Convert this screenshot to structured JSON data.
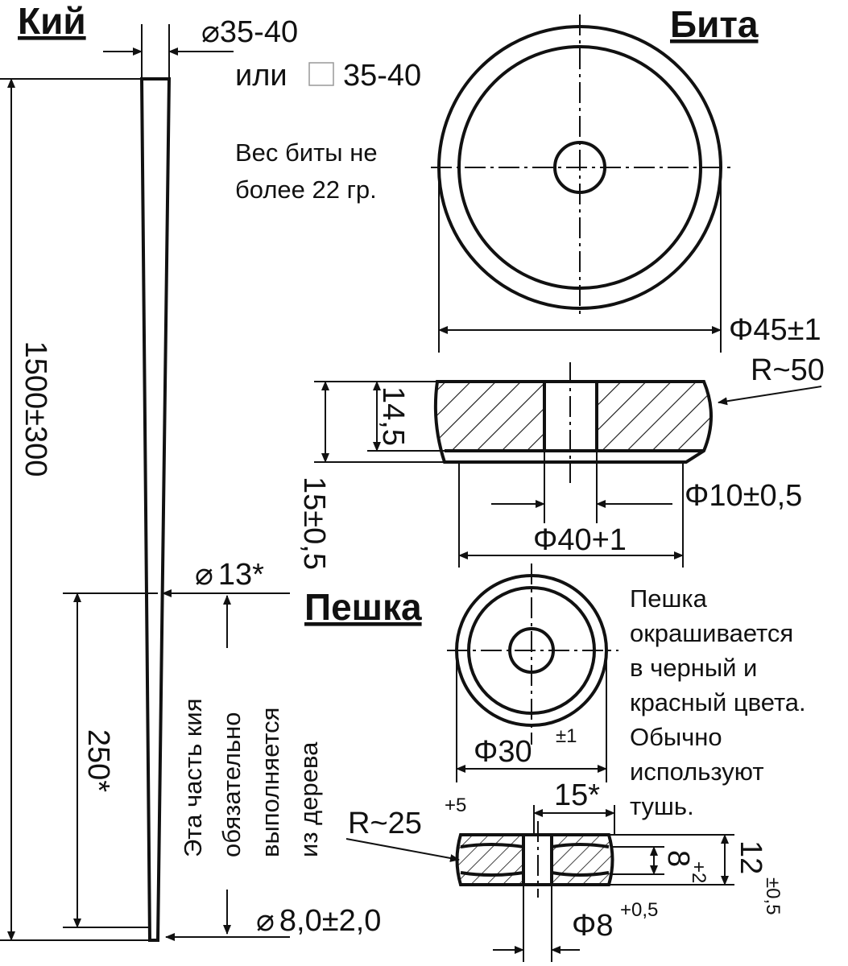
{
  "titles": {
    "cue": "Кий",
    "striker": "Бита",
    "pawn": "Пешка"
  },
  "cue": {
    "top_dim_sym": "⌀",
    "top_dim": "35-40",
    "or_text": "или",
    "square_dim": "35-40",
    "length": "1500±300",
    "mid_dia_sym": "⌀",
    "mid_dia": "13*",
    "tip_dia_sym": "⌀",
    "tip_dia": "8,0±2,0",
    "wood_len": "250*",
    "wood_note": [
      "Эта часть кия",
      "обязательно",
      "выполняется",
      "из дерева"
    ]
  },
  "striker": {
    "weight_note": [
      "Вес биты не",
      "более 22 гр."
    ],
    "outer_dia": "Φ45±1",
    "radius": "R~50",
    "thick_total": "15±0,5",
    "thick_inner": "14,5",
    "hole_dia": "Φ10±0,5",
    "base_dia": "Φ40+1"
  },
  "pawn": {
    "color_note": [
      "Пешка",
      "окрашивается",
      "в черный и",
      "красный цвета.",
      "Обычно",
      "используют",
      "тушь."
    ],
    "outer_dia": "Φ30",
    "outer_tol": "±1",
    "flat": "15*",
    "radius": "R~25",
    "radius_tol": "+5",
    "thick_inner": "8",
    "thick_inner_tol": "+2",
    "thick_total": "12",
    "thick_total_tol": "±0,5",
    "hole_dia": "Φ8",
    "hole_tol": "+0,5"
  }
}
